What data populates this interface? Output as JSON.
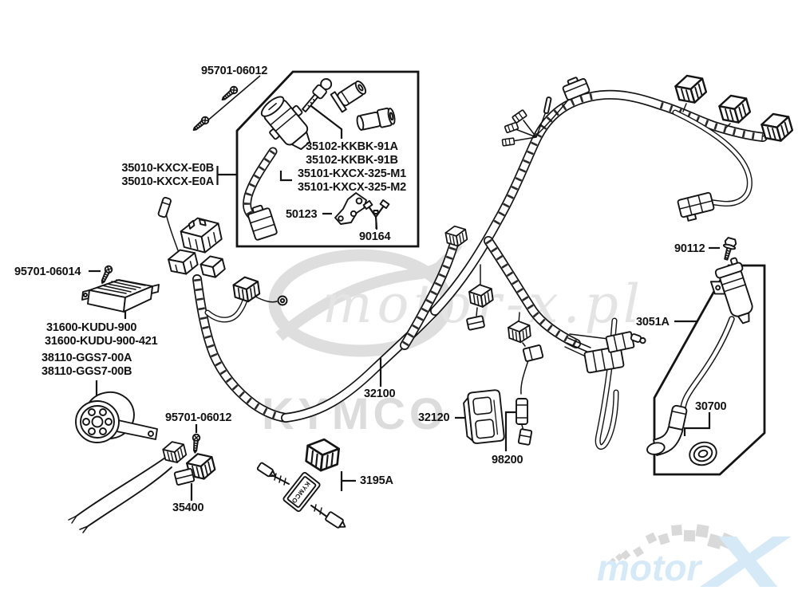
{
  "diagram": {
    "labels": {
      "screw_ignition": "95701-06012",
      "switch_assy_a": "35010-KXCX-E0B",
      "switch_assy_b": "35010-KXCX-E0A",
      "lock_cyl_1": "35102-KKBK-91A",
      "lock_cyl_2": "35102-KKBK-91B",
      "lock_cyl_3": "35101-KXCX-325-M1",
      "lock_cyl_4": "35101-KXCX-325-M2",
      "bracket": "50123",
      "clip": "90164",
      "bolt_coil": "90112",
      "screw_regulator": "95701-06014",
      "regulator_a": "31600-KUDU-900",
      "regulator_b": "31600-KUDU-900-421",
      "horn_a": "38110-GGS7-00A",
      "horn_b": "38110-GGS7-00B",
      "coil_assy": "3051A",
      "harness": "32100",
      "cdi": "32120",
      "plug_cap": "30700",
      "screw_horn": "95701-06012",
      "fuse": "98200",
      "relay": "35400",
      "resistor": "3195A"
    },
    "component_text": {
      "resistor_brand": "KYMCO"
    }
  },
  "watermarks": {
    "site": "motor-x.pl",
    "brand": "KYMCO",
    "corner_word": "motor",
    "corner_letter": "X"
  }
}
